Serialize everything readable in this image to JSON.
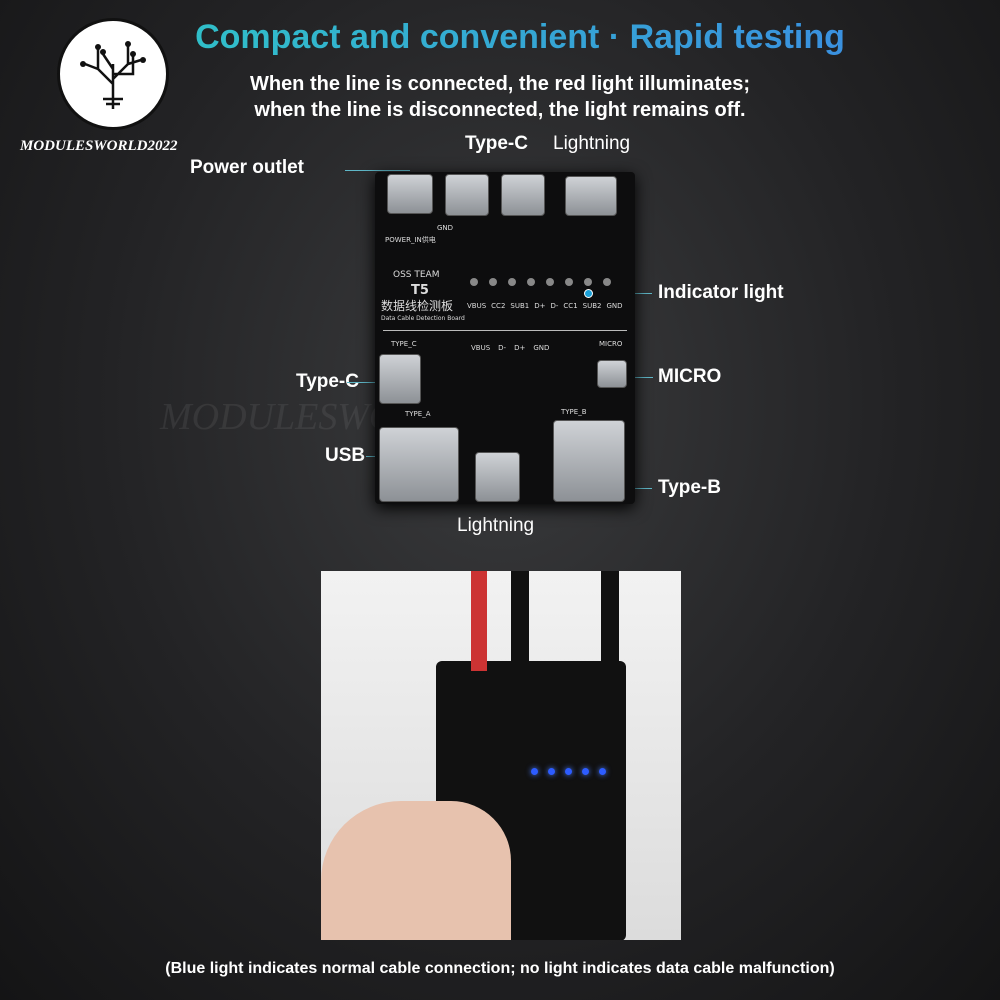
{
  "header": {
    "title": "Compact and convenient · Rapid testing",
    "line1": "When the line is connected, the red light illuminates;",
    "line2": "when the line is disconnected, the light remains off."
  },
  "brand": {
    "name": "MODULESWORLD2022"
  },
  "callouts": {
    "power_outlet": "Power outlet",
    "type_c_top": "Type-C",
    "lightning_top": "Lightning",
    "indicator_light": "Indicator light",
    "micro": "MICRO",
    "type_c_left": "Type-C",
    "usb": "USB",
    "type_b": "Type-B",
    "lightning_bottom": "Lightning"
  },
  "board": {
    "team": "OSS TEAM",
    "model": "T5",
    "name_cn": "数据线检测板",
    "name_en": "Data Cable Detection Board",
    "power_in": "POWER_IN供电",
    "gnd": "GND",
    "pins_top": [
      "VBUS",
      "CC2",
      "SUB1",
      "D+",
      "D-",
      "CC1",
      "SUB2",
      "GND"
    ],
    "pins_mid": [
      "VBUS",
      "D-",
      "D+",
      "GND"
    ],
    "type_c": "TYPE_C",
    "micro": "MICRO",
    "type_a": "TYPE_A",
    "type_b": "TYPE_B"
  },
  "colors": {
    "accent": "#3fb3d6",
    "callout_dot": "#1aa0d8",
    "led_on": "#2d5cff"
  },
  "footer": {
    "note": "(Blue light indicates normal cable connection; no light indicates data cable malfunction)"
  }
}
